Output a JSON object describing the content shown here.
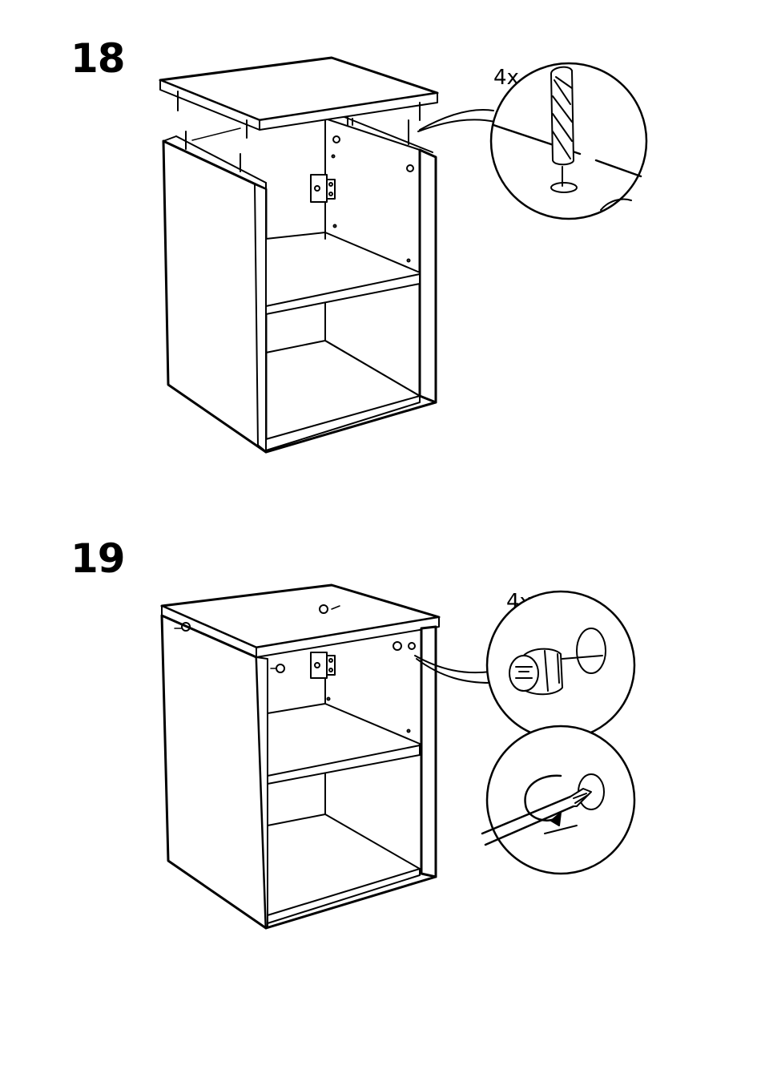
{
  "steps": [
    {
      "number": "18",
      "quantity": "4x",
      "fastener_icon": "wooden-dowel-icon"
    },
    {
      "number": "19",
      "quantity": "4x",
      "fastener_icon": "cam-lock-icon",
      "tool_icon": "screwdriver-icon"
    }
  ],
  "colors": {
    "line": "#000000",
    "background": "#ffffff"
  }
}
